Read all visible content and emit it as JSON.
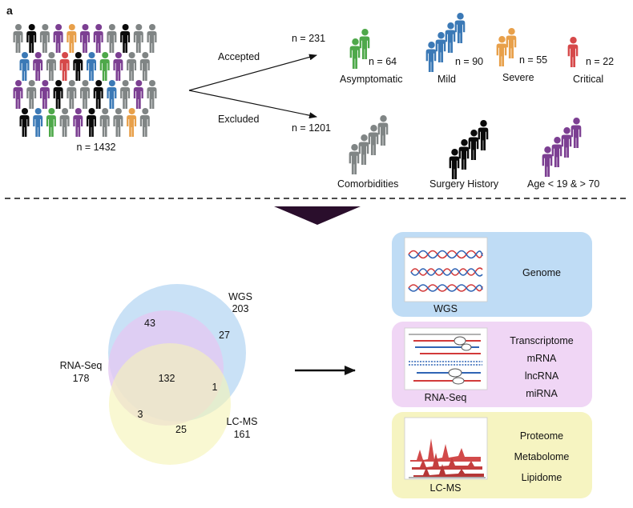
{
  "panel_label": "a",
  "cohort": {
    "total_label": "n = 1432"
  },
  "flow": {
    "accepted_label": "Accepted",
    "excluded_label": "Excluded",
    "accepted_n": "n = 231",
    "excluded_n": "n = 1201"
  },
  "accepted_groups": [
    {
      "name": "Asymptomatic",
      "n": "n = 64",
      "color": "#4ea84a"
    },
    {
      "name": "Mild",
      "n": "n = 90",
      "color": "#3b79b6"
    },
    {
      "name": "Severe",
      "n": "n = 55",
      "color": "#e8a04a"
    },
    {
      "name": "Critical",
      "n": "n = 22",
      "color": "#d6494a"
    }
  ],
  "excluded_groups": [
    {
      "name": "Comorbidities",
      "color": "#808585"
    },
    {
      "name": "Surgery History",
      "color": "#0a0a0a"
    },
    {
      "name": "Age < 19 & > 70",
      "color": "#7c3f92"
    }
  ],
  "venn": {
    "wgs": {
      "label": "WGS",
      "count": "203",
      "color": "#bfdcf5"
    },
    "rnaseq": {
      "label": "RNA-Seq",
      "count": "178",
      "color": "#e4c9f3"
    },
    "lcms": {
      "label": "LC-MS",
      "count": "161",
      "color": "#f5f3b6"
    },
    "regions": {
      "wgs_rna_only": "43",
      "wgs_only": "27",
      "all_three": "132",
      "wgs_lcms_only": "1",
      "rna_lcms_only": "3",
      "lcms_only": "25"
    }
  },
  "omics": [
    {
      "icon_label": "WGS",
      "items": [
        "Genome"
      ],
      "color": "#bfdcf5"
    },
    {
      "icon_label": "RNA-Seq",
      "items": [
        "Transcriptome",
        "mRNA",
        "lncRNA",
        "miRNA"
      ],
      "color": "#f0d6f5"
    },
    {
      "icon_label": "LC-MS",
      "items": [
        "Proteome",
        "Metabolome",
        "Lipidome"
      ],
      "color": "#f6f4c1"
    }
  ]
}
